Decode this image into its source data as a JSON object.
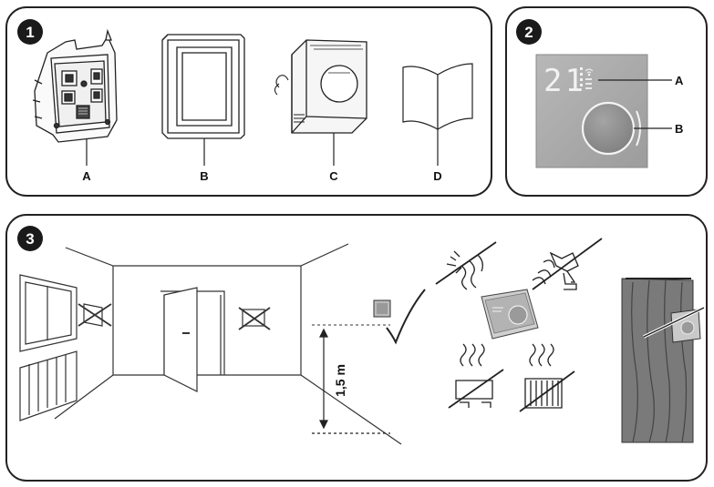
{
  "panel1": {
    "number": "1",
    "labels": {
      "a": "A",
      "b": "B",
      "c": "C",
      "d": "D"
    }
  },
  "panel2": {
    "number": "2",
    "display": "21",
    "labels": {
      "a": "A",
      "b": "B"
    }
  },
  "panel3": {
    "number": "3",
    "height_label": "1,5 m"
  },
  "colors": {
    "border": "#222222",
    "badge": "#1a1a1a",
    "device_grey": "#a9a9a9",
    "knob_grey": "#8e8e8e",
    "curtain": "#7a7a7a"
  }
}
